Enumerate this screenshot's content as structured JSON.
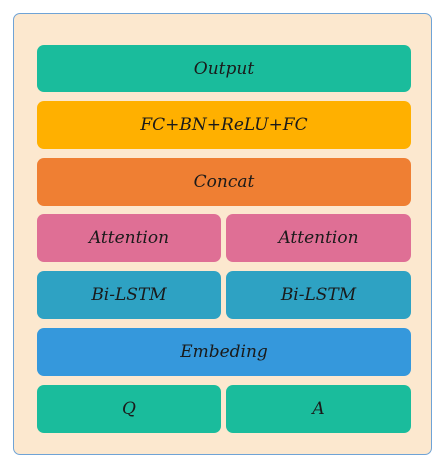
{
  "layers": {
    "output": {
      "label": "Output",
      "color": "#1abc9c"
    },
    "fc": {
      "label": "FC+BN+ReLU+FC",
      "color": "#ffb000"
    },
    "concat": {
      "label": "Concat",
      "color": "#ef7f33"
    },
    "attention_left": {
      "label": "Attention",
      "color": "#df6f95"
    },
    "attention_right": {
      "label": "Attention",
      "color": "#df6f95"
    },
    "bilstm_left": {
      "label": "Bi-LSTM",
      "color": "#2ea2c3"
    },
    "bilstm_right": {
      "label": "Bi-LSTM",
      "color": "#2ea2c3"
    },
    "embedding": {
      "label": "Embeding",
      "color": "#3598dc"
    },
    "input_q": {
      "label": "Q",
      "color": "#1abc9c"
    },
    "input_a": {
      "label": "A",
      "color": "#1abc9c"
    }
  },
  "frame": {
    "background": "#fce8cf",
    "border": "#6fa3d6"
  }
}
